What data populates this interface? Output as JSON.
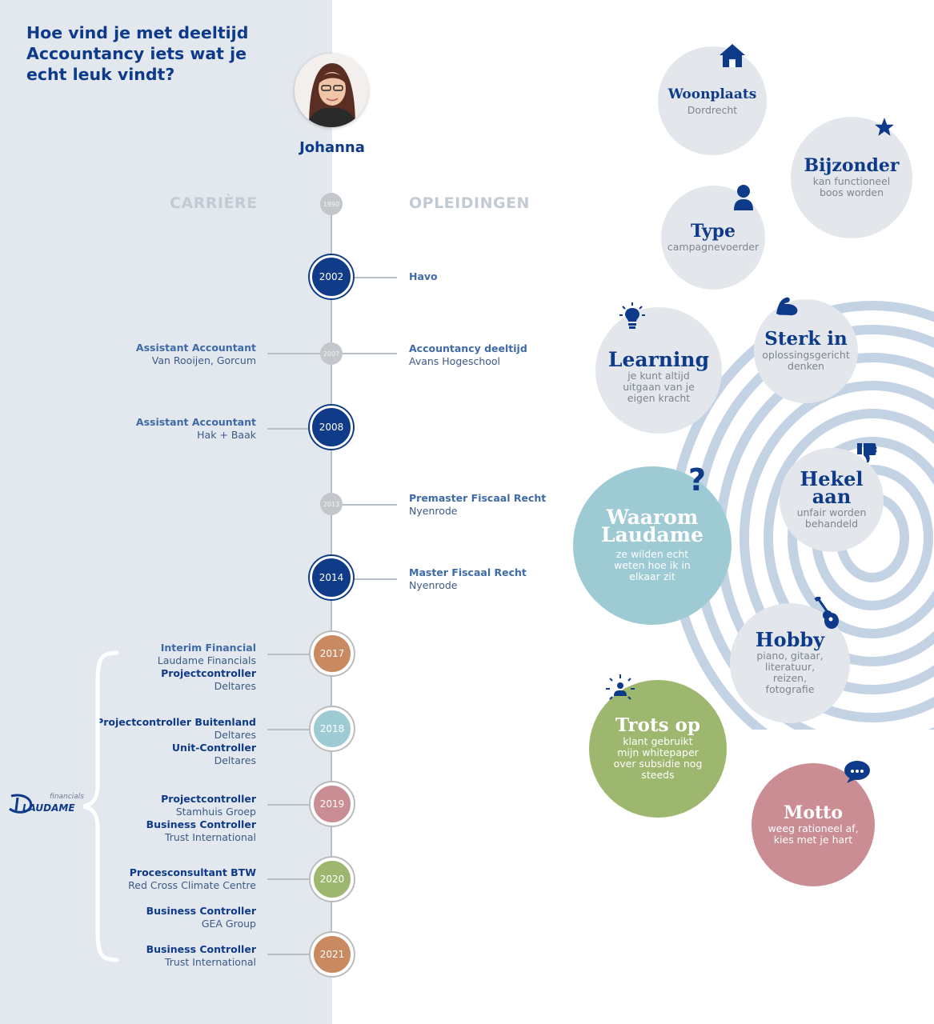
{
  "title": "Hoe vind je met deeltijd Accountancy iets wat je echt leuk vindt?",
  "person": {
    "name": "Johanna"
  },
  "columns": {
    "left": "CARRIÈRE",
    "right": "OPLEIDINGEN"
  },
  "years": {
    "y1990": "1990",
    "y2002": "2002",
    "y2007": "2007",
    "y2008": "2008",
    "y2013": "2013",
    "y2014": "2014",
    "y2017": "2017",
    "y2018": "2018",
    "y2019": "2019",
    "y2020": "2020",
    "y2021": "2021"
  },
  "education": {
    "havo": {
      "title": "Havo"
    },
    "acc": {
      "title": "Accountancy deeltijd",
      "org": "Avans Hogeschool"
    },
    "premaster": {
      "title": "Premaster Fiscaal Recht",
      "org": "Nyenrode"
    },
    "master": {
      "title": "Master Fiscaal Recht",
      "org": "Nyenrode"
    }
  },
  "career": {
    "c2007": {
      "title": "Assistant Accountant",
      "org": "Van Rooijen, Gorcum"
    },
    "c2008": {
      "title": "Assistant Accountant",
      "org": "Hak + Baak"
    },
    "c2017a": {
      "title": "Interim Financial",
      "org": "Laudame Financials"
    },
    "c2017b": {
      "title": "Projectcontroller",
      "org": "Deltares"
    },
    "c2018a": {
      "title": "Projectcontroller Buitenland",
      "org": "Deltares"
    },
    "c2018b": {
      "title": "Unit-Controller",
      "org": "Deltares"
    },
    "c2019a": {
      "title": "Projectcontroller",
      "org": "Stamhuis Groep"
    },
    "c2019b": {
      "title": "Business Controller",
      "org": "Trust International"
    },
    "c2020": {
      "title": "Procesconsultant BTW",
      "org": "Red Cross Climate Centre"
    },
    "c2020b": {
      "title": "Business Controller",
      "org": "GEA Group"
    },
    "c2021": {
      "title": "Business Controller",
      "org": "Trust International"
    }
  },
  "logo": {
    "name": "LAUDAME",
    "sub": "financials"
  },
  "profile": {
    "woonplaats": {
      "title": "Woonplaats",
      "text": "Dordrecht",
      "icon": "home-icon"
    },
    "bijzonder": {
      "title": "Bijzonder",
      "text": "kan functioneel boos worden",
      "icon": "star-icon"
    },
    "type": {
      "title": "Type",
      "text": "campagnevoerder",
      "icon": "person-icon"
    },
    "learning": {
      "title": "Learning",
      "text": "je kunt altijd uitgaan van je eigen kracht",
      "icon": "lightbulb-icon"
    },
    "sterk": {
      "title": "Sterk in",
      "text": "oplossingsgericht denken",
      "icon": "bicep-icon"
    },
    "waarom": {
      "title": "Waarom Laudame",
      "text": "ze wilden echt weten hoe ik in elkaar zit",
      "icon": "question-icon"
    },
    "hekel": {
      "title": "Hekel aan",
      "text": "unfair worden behandeld",
      "icon": "thumbs-down-icon"
    },
    "hobby": {
      "title": "Hobby",
      "text": "piano, gitaar, literatuur, reizen, fotografie",
      "icon": "guitar-icon"
    },
    "trots": {
      "title": "Trots op",
      "text": "klant gebruikt mijn whitepaper over subsidie nog steeds",
      "icon": "spotlight-person-icon"
    },
    "motto": {
      "title": "Motto",
      "text": "weeg rationeel af, kies met je hart",
      "icon": "speech-bubble-icon"
    }
  },
  "colors": {
    "navy": "#0e3a8a",
    "panel": "#e3e8ee",
    "teal": "#9ecbd3",
    "green": "#9db76e",
    "rose": "#c98d93",
    "y2017": "#c98a62",
    "y2018": "#9ecbd3",
    "y2019": "#c98d93",
    "y2020": "#9db76e",
    "y2021": "#c98a62"
  }
}
